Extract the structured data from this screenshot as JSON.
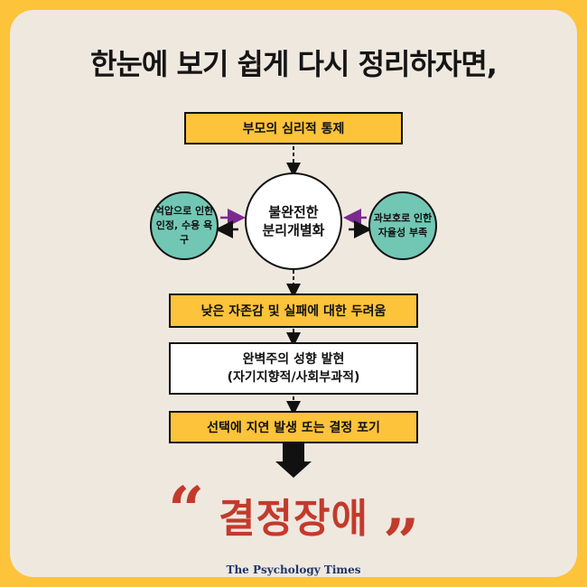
{
  "title": "한눈에 보기 쉽게 다시 정리하자면,",
  "diagram": {
    "top_box": "부모의 심리적 통제",
    "center_circle": {
      "line1": "불완전한",
      "line2": "분리개별화"
    },
    "left_circle": {
      "line1": "억압으로 인한",
      "line2": "인정, 수용 욕구"
    },
    "right_circle": {
      "line1": "과보호로 인한",
      "line2": "자율성 부족"
    },
    "box2": "낮은 자존감 및 실패에 대한 두려움",
    "box3": {
      "line1": "완벽주의 성향 발현",
      "line2": "(자기지향적/사회부과적)"
    },
    "box4": "선택에 지연 발생 또는 결정 포기"
  },
  "result": {
    "open_quote": "“",
    "text": "결정장애",
    "close_quote": "”"
  },
  "credit": "The Psychology Times",
  "colors": {
    "background": "#fcc33b",
    "card": "#efe8df",
    "teal": "#72c7b4",
    "accent": "#c33a2c",
    "arrow_purple": "#7b2a8f"
  }
}
